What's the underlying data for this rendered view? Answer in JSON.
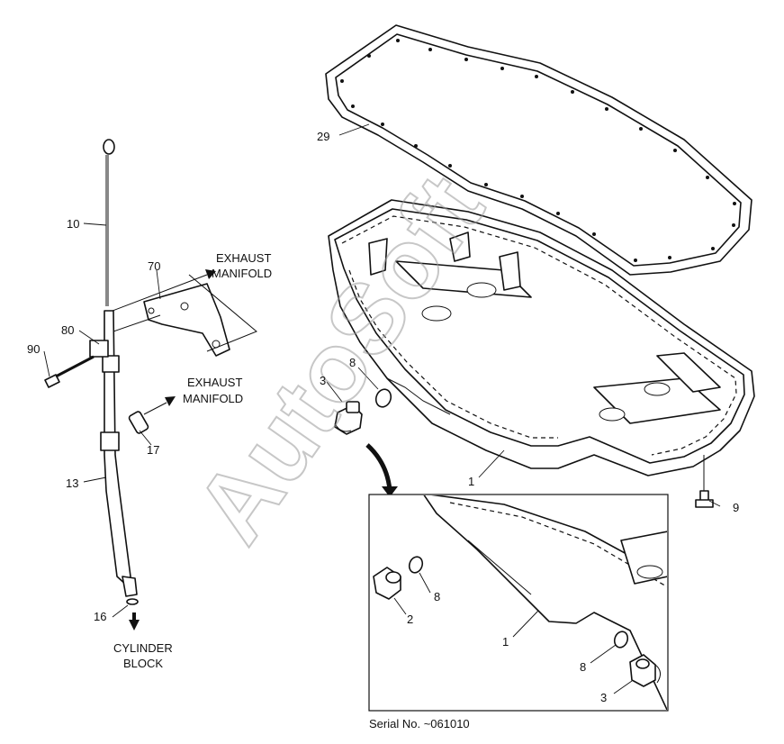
{
  "callouts": {
    "gasket": "29",
    "dipstick": "10",
    "bracket": "70",
    "clip": "80",
    "bolt_left": "90",
    "spacer": "17",
    "guide_tube": "13",
    "oring_tube": "16",
    "plug_main": "3",
    "oring_main": "8",
    "oil_pan": "1",
    "bolt_pan": "9",
    "inset_oring_top": "8",
    "inset_plug_top": "2",
    "inset_pan": "1",
    "inset_oring_bottom": "8",
    "inset_plug_bottom": "3"
  },
  "notes": {
    "exhaust_upper_1": "EXHAUST",
    "exhaust_upper_2": "MANIFOLD",
    "exhaust_lower_1": "EXHAUST",
    "exhaust_lower_2": "MANIFOLD",
    "cylinder_1": "CYLINDER",
    "cylinder_2": "BLOCK"
  },
  "serial": "Serial No. ~061010",
  "watermark": "AutoSoft",
  "colors": {
    "line": "#111111",
    "watermark": "#9a9a9a",
    "background": "#ffffff"
  }
}
